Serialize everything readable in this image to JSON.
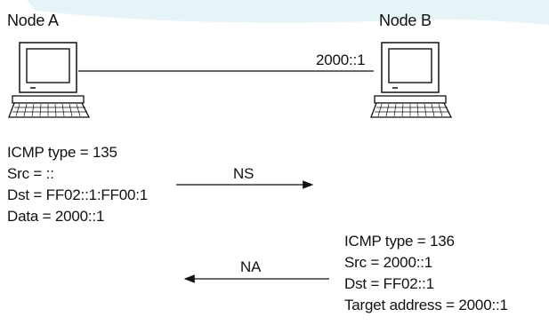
{
  "nodes": {
    "a": {
      "label": "Node A"
    },
    "b": {
      "label": "Node B",
      "address": "2000::1"
    }
  },
  "messages": {
    "ns": {
      "label": "NS",
      "lines": [
        "ICMP type = 135",
        "Src = ::",
        "Dst = FF02::1:FF00:1",
        "Data = 2000::1"
      ]
    },
    "na": {
      "label": "NA",
      "lines": [
        "ICMP type = 136",
        "Src = 2000::1",
        "Dst = FF02::1",
        "Target address = 2000::1"
      ]
    }
  },
  "colors": {
    "background_accent": "#e6f4f8",
    "line": "#111111"
  }
}
